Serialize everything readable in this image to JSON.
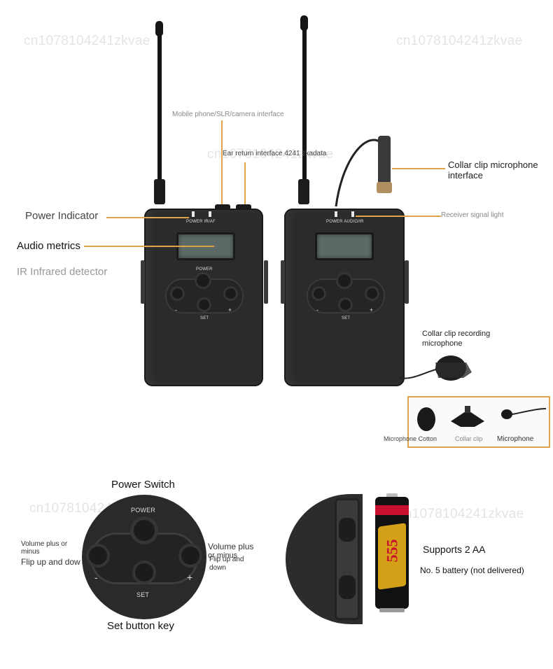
{
  "watermarks": [
    "cn1078104241zkvae",
    "cn1078104241zkvae",
    "cn1078104241zkvae",
    "cn1078104241zkvae",
    "cn1078104241zkvae",
    "cn1078104241zkvae",
    "cn1078104241zkvae"
  ],
  "labels": {
    "phone_interface": "Mobile phone/SLR/camera interface",
    "ear_return": "Ear return interface 4241 zkadata",
    "power_indicator": "Power Indicator",
    "audio_metrics": "Audio metrics",
    "ir_detector": "IR Infrared detector",
    "collar_interface": "Collar clip microphone interface",
    "receiver_light": "Receiver signal light",
    "collar_recording_mic": "Collar clip recording microphone",
    "mic_cotton": "Microphone Cotton",
    "collar_clip": "Collar clip",
    "microphone": "Microphone",
    "power_switch": "Power Switch",
    "volume_left_1": "Volume plus or minus",
    "volume_left_2": "Flip up and dow",
    "volume_right_1": "Volume plus",
    "volume_right_2": "or minus",
    "volume_right_3": "Flip up and",
    "volume_right_4": "down",
    "set_button_key": "Set button key",
    "supports_aa": "Supports 2 AA",
    "battery_note": "No. 5 battery (not delivered)"
  },
  "device_markings": {
    "tx_top": "POWER    IR/AF",
    "rx_top": "POWER AUDIO/IR",
    "power": "POWER",
    "set": "SET",
    "minus": "-",
    "plus": "+"
  },
  "zoom_markings": {
    "power": "POWER",
    "set": "SET",
    "minus": "-",
    "plus": "+"
  },
  "battery_text": "555",
  "colors": {
    "leader_line": "#e3a24a",
    "device_body": "#2b2b2b",
    "lcd": "#5c6a67"
  }
}
